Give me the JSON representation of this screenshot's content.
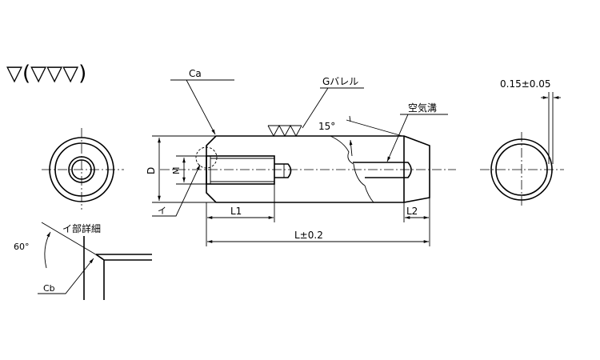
{
  "labels": {
    "surface_finish": "▽(▽▽▽)",
    "chamfer_a": "Ca",
    "barrel": "Gバレル",
    "angle_15": "15°",
    "air_groove": "空気溝",
    "dim_d": "D",
    "dim_m": "M",
    "detail_marker": "イ",
    "dim_l1": "L1",
    "dim_l2": "L2",
    "dim_l": "L±0.2",
    "tolerance": "0.15±0.05",
    "detail_title": "イ部詳細",
    "angle_60": "60°",
    "chamfer_b": "Cb"
  }
}
